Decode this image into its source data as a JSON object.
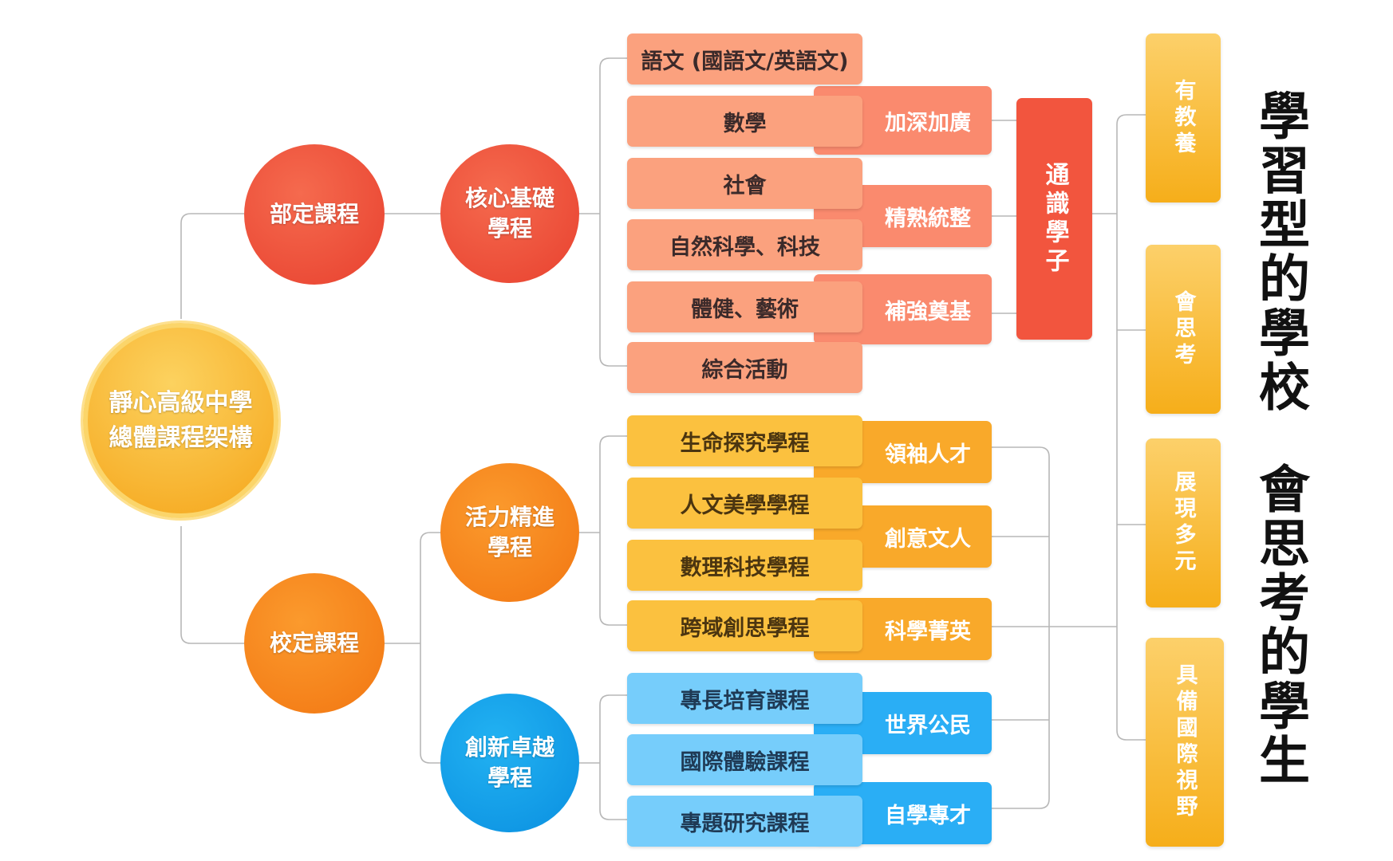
{
  "root": {
    "line1": "靜心高級中學",
    "line2": "總體課程架構"
  },
  "level1": {
    "required": "部定課程",
    "school": "校定課程"
  },
  "level2": {
    "core": {
      "line1": "核心基礎",
      "line2": "學程"
    },
    "vitality": {
      "line1": "活力精進",
      "line2": "學程"
    },
    "innovation": {
      "line1": "創新卓越",
      "line2": "學程"
    }
  },
  "core_courses": [
    "語文 (國語文/英語文)",
    "數學",
    "社會",
    "自然科學、科技",
    "體健、藝術",
    "綜合活動"
  ],
  "core_tags": [
    "加深加廣",
    "精熟統整",
    "補強奠基"
  ],
  "vitality_courses": [
    "生命探究學程",
    "人文美學學程",
    "數理科技學程",
    "跨域創思學程"
  ],
  "vitality_tags": [
    "領袖人才",
    "創意文人",
    "科學菁英"
  ],
  "innovation_courses": [
    "專長培育課程",
    "國際體驗課程",
    "專題研究課程"
  ],
  "innovation_tags": [
    "世界公民",
    "自學專才"
  ],
  "general_student": "通識學子",
  "traits": [
    "有教養",
    "會思考",
    "展現多元",
    "具備國際視野"
  ],
  "slogan": {
    "line1": "學習型的學校",
    "line2": "會思考的學生"
  },
  "colors": {
    "red": "#e8412f",
    "orange": "#f27612",
    "blue": "#0a8fe0",
    "gold": "#f6ae1a",
    "line": "#b7b7b7"
  }
}
